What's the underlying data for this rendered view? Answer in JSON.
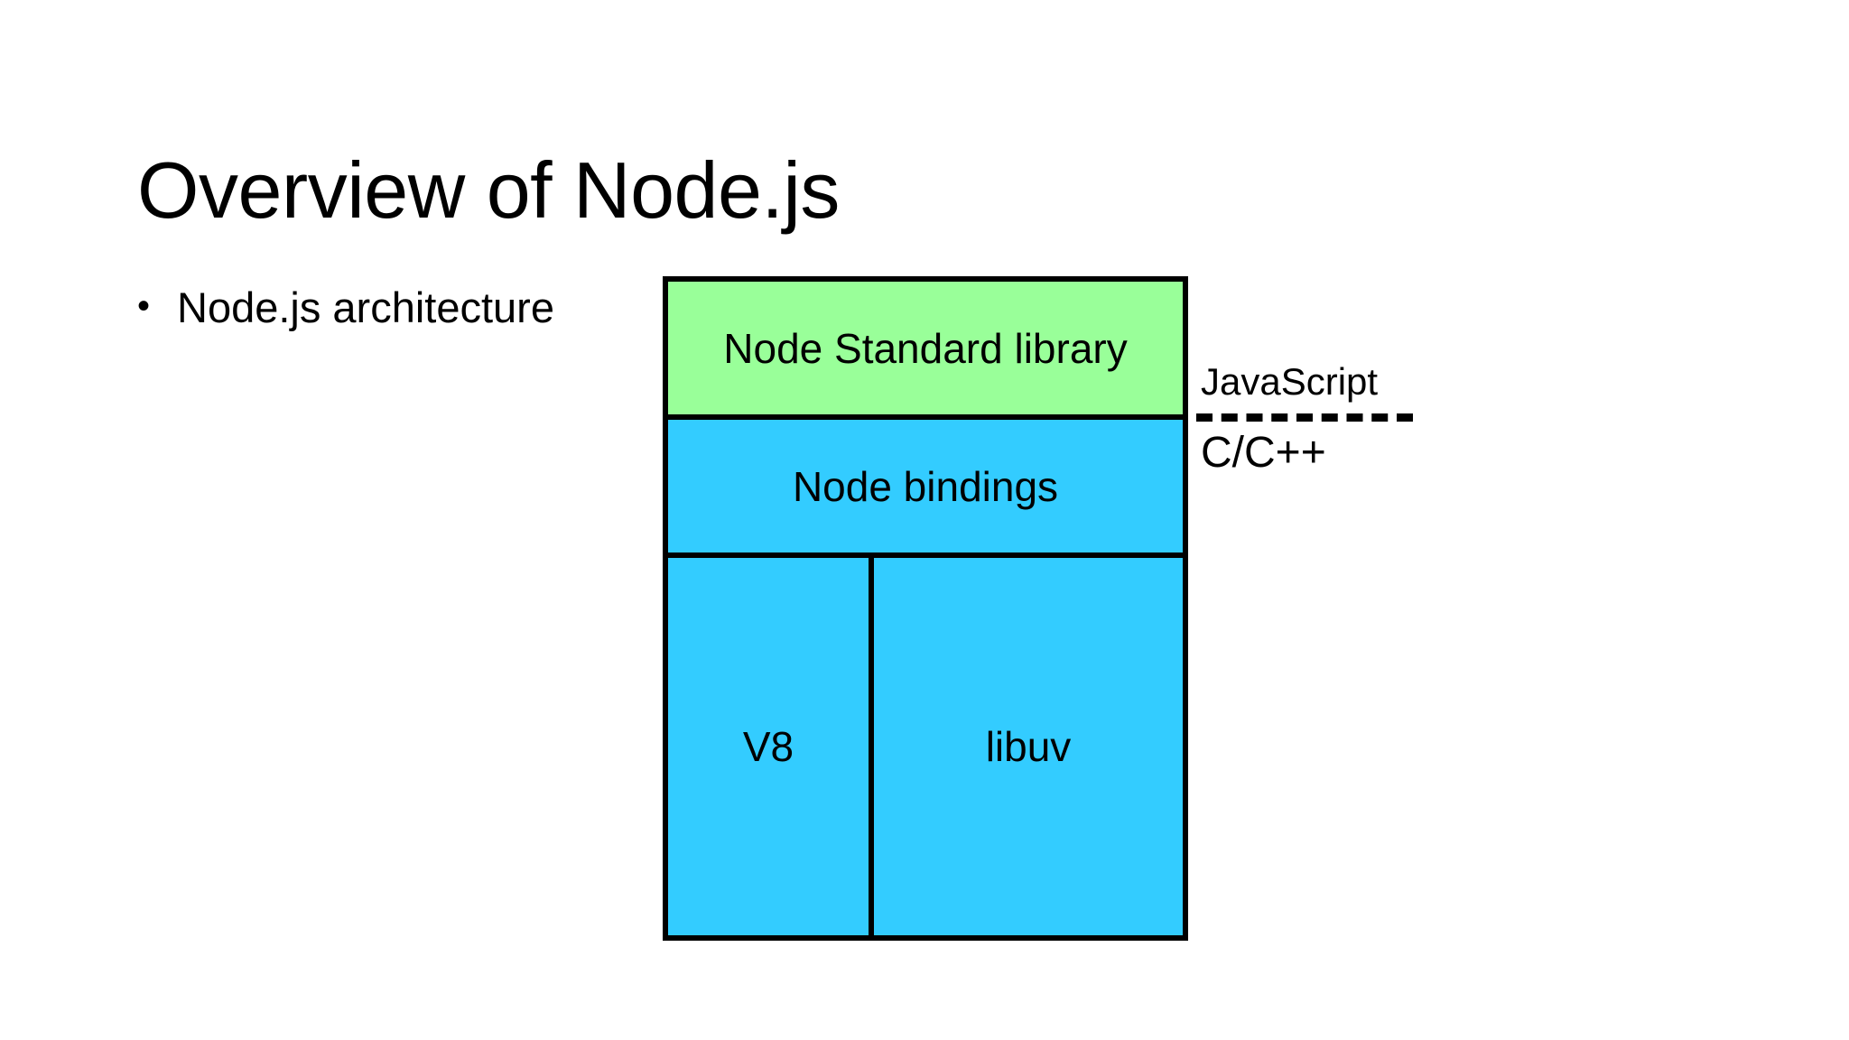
{
  "slide": {
    "title": "Overview of Node.js",
    "background_color": "#ffffff",
    "text_color": "#000000"
  },
  "bullets": [
    {
      "marker": "•",
      "text": "Node.js architecture"
    }
  ],
  "diagram": {
    "name": "node-js-architecture",
    "colors": {
      "javascript_layer": "#99ff99",
      "native_layer": "#33ccff",
      "border": "#000000"
    },
    "layers": [
      {
        "id": "stdlib",
        "label": "Node Standard library",
        "fill": "#99ff99"
      },
      {
        "id": "bindings",
        "label": "Node bindings",
        "fill": "#33ccff"
      }
    ],
    "engines": [
      {
        "id": "v8",
        "label": "V8",
        "fill": "#33ccff"
      },
      {
        "id": "libuv",
        "label": "libuv",
        "fill": "#33ccff"
      }
    ]
  },
  "annotations": {
    "above_divider": "JavaScript",
    "below_divider": "C/C++",
    "divider_style": "dashed"
  }
}
